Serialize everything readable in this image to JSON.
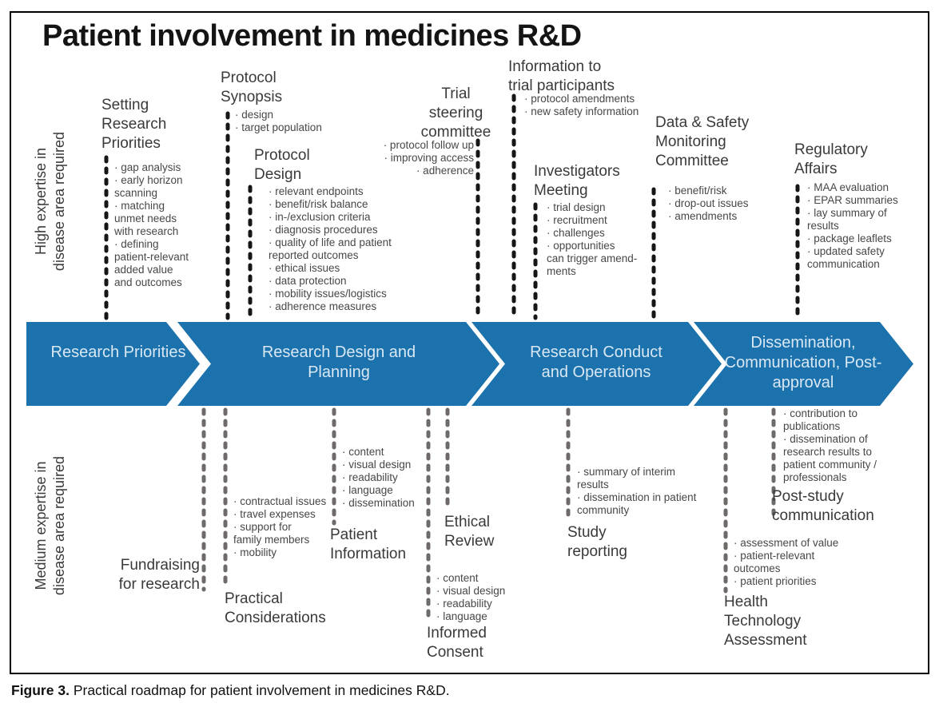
{
  "title": "Patient involvement in medicines R&D",
  "side_labels": {
    "high": "High expertise in\ndisease area required",
    "medium": "Medium expertise in\ndisease area required"
  },
  "stages": [
    {
      "label": "Research\nPriorities"
    },
    {
      "label": "Research Design\nand Planning"
    },
    {
      "label": "Research Conduct\nand Operations"
    },
    {
      "label": "Dissemination,\nCommunication,\nPost-approval"
    }
  ],
  "top": {
    "setting_priorities": {
      "heading": "Setting\nResearch\nPriorities",
      "items": [
        "· gap analysis",
        "· early horizon\nscanning",
        "· matching\nunmet needs\nwith research",
        "· defining\npatient-relevant\nadded value\nand outcomes"
      ]
    },
    "protocol_synopsis": {
      "heading": "Protocol\nSynopsis",
      "items": [
        "· design",
        "· target population"
      ]
    },
    "protocol_design": {
      "heading": "Protocol\nDesign",
      "items": [
        "· relevant endpoints",
        "· benefit/risk balance",
        "· in-/exclusion criteria",
        "· diagnosis procedures",
        "· quality of life and patient\nreported outcomes",
        "· ethical issues",
        "· data protection",
        "· mobility issues/logistics",
        "· adherence measures"
      ]
    },
    "trial_steering_committee": {
      "heading": "Trial\nsteering\ncommittee",
      "items": [
        "· protocol follow up",
        "· improving access",
        "· adherence"
      ]
    },
    "information_to_trial_participants": {
      "heading": "Information to\ntrial participants",
      "items": [
        "· protocol amendments",
        "· new safety information"
      ]
    },
    "investigators_meeting": {
      "heading": "Investigators\nMeeting",
      "items": [
        "· trial design",
        "· recruitment",
        "· challenges",
        "· opportunities\ncan trigger amend-\nments"
      ]
    },
    "data_safety_monitoring_committee": {
      "heading": "Data & Safety\nMonitoring\nCommittee",
      "items": [
        "· benefit/risk",
        "· drop-out issues",
        "· amendments"
      ]
    },
    "regulatory_affairs": {
      "heading": "Regulatory\nAffairs",
      "items": [
        "· MAA evaluation",
        "· EPAR summaries",
        "· lay summary of\nresults",
        "· package leaflets",
        "· updated safety\ncommunication"
      ]
    }
  },
  "bottom": {
    "fundraising": {
      "heading": "Fundraising\nfor research",
      "items": []
    },
    "practical_considerations": {
      "heading": "Practical\nConsiderations",
      "items": [
        "· contractual issues",
        "· travel expenses",
        "· support for\nfamily members",
        "· mobility"
      ]
    },
    "patient_information": {
      "heading": "Patient\nInformation",
      "items": [
        "· content",
        "· visual design",
        "· readability",
        "· language",
        "· dissemination"
      ]
    },
    "ethical_review": {
      "heading": "Ethical\nReview",
      "items": []
    },
    "informed_consent": {
      "heading": "Informed\nConsent",
      "items": [
        "· content",
        "· visual design",
        "· readability",
        "· language"
      ]
    },
    "study_reporting": {
      "heading": "Study\nreporting",
      "items": [
        "· summary of interim\nresults",
        "· dissemination in patient\ncommunity"
      ]
    },
    "post_study_communication": {
      "heading": "Post-study\ncommunication",
      "items": [
        "· contribution to\npublications",
        "· dissemination of\nresearch results to\npatient community /\nprofessionals"
      ]
    },
    "health_technology_assessment": {
      "heading": "Health\nTechnology\nAssessment",
      "items": [
        "· assessment of value",
        "· patient-relevant\noutcomes",
        "· patient priorities"
      ]
    }
  },
  "caption": {
    "label": "Figure 3.",
    "text": "Practical roadmap for patient involvement in medicines R&D."
  },
  "colors": {
    "arrow_blue": "#1c72ad",
    "dash_high": "#161616",
    "dash_medium": "#6f6a6a"
  }
}
